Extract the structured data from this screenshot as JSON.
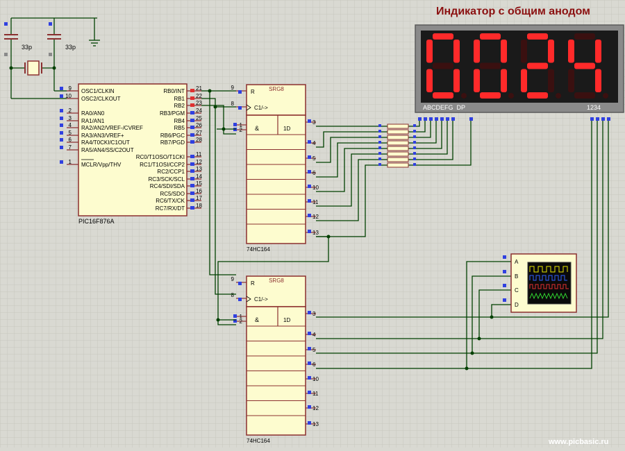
{
  "title": "Индикатор с общим анодом",
  "watermark": "www.picbasic.ru",
  "colors": {
    "wire": "#004000",
    "component_body": "#fdfccf",
    "component_border": "#8b2f2f",
    "title": "#8b1010",
    "pin_dot": "#3040e0",
    "segment_on": "#ff2a2a",
    "display_bg": "#1a1a1a"
  },
  "capacitors": {
    "c1_label": "33p",
    "c2_label": "33p"
  },
  "mcu": {
    "name": "PIC16F876A",
    "left_pins": [
      {
        "num": "9",
        "label": "OSC1/CLKIN"
      },
      {
        "num": "10",
        "label": "OSC2/CLKOUT"
      },
      {
        "num": "2",
        "label": "RA0/AN0"
      },
      {
        "num": "3",
        "label": "RA1/AN1"
      },
      {
        "num": "4",
        "label": "RA2/AN2/VREF-/CVREF"
      },
      {
        "num": "5",
        "label": "RA3/AN3/VREF+"
      },
      {
        "num": "6",
        "label": "RA4/T0CKI/C1OUT"
      },
      {
        "num": "7",
        "label": "RA5/AN4/SS/C2OUT"
      },
      {
        "num": "1",
        "label": "MCLR/Vpp/THV"
      }
    ],
    "right_pins": [
      {
        "num": "21",
        "label": "RB0/INT"
      },
      {
        "num": "22",
        "label": "RB1"
      },
      {
        "num": "23",
        "label": "RB2"
      },
      {
        "num": "24",
        "label": "RB3/PGM"
      },
      {
        "num": "25",
        "label": "RB4"
      },
      {
        "num": "26",
        "label": "RB5"
      },
      {
        "num": "27",
        "label": "RB6/PGC"
      },
      {
        "num": "28",
        "label": "RB7/PGD"
      },
      {
        "num": "11",
        "label": "RC0/T1OSO/T1CKI"
      },
      {
        "num": "12",
        "label": "RC1/T1OSI/CCP2"
      },
      {
        "num": "13",
        "label": "RC2/CCP1"
      },
      {
        "num": "14",
        "label": "RC3/SCK/SCL"
      },
      {
        "num": "15",
        "label": "RC4/SDI/SDA"
      },
      {
        "num": "16",
        "label": "RC5/SDO"
      },
      {
        "num": "17",
        "label": "RC6/TX/CK"
      },
      {
        "num": "18",
        "label": "RC7/RX/DT"
      }
    ]
  },
  "shift_registers": [
    {
      "name": "74HC164",
      "header": "SRG8",
      "r_label": "R",
      "r_pin": "9",
      "clk_label": "C1/->",
      "clk_pin": "8",
      "and_label": "&",
      "d_label": "1D",
      "in_pins": [
        "1",
        "2"
      ],
      "out_pins": [
        "3",
        "4",
        "5",
        "6",
        "10",
        "11",
        "12",
        "13"
      ]
    },
    {
      "name": "74HC164",
      "header": "SRG8",
      "r_label": "R",
      "r_pin": "9",
      "clk_label": "C1/->",
      "clk_pin": "8",
      "and_label": "&",
      "d_label": "1D",
      "in_pins": [
        "1",
        "2"
      ],
      "out_pins": [
        "3",
        "4",
        "5",
        "6",
        "10",
        "11",
        "12",
        "13"
      ]
    }
  ],
  "display": {
    "digits": [
      "0",
      "0",
      "2",
      "4"
    ],
    "segment_label": "ABCDEFG  DP",
    "digit_label": "1234"
  },
  "scope": {
    "channels": [
      "A",
      "B",
      "C",
      "D"
    ]
  }
}
